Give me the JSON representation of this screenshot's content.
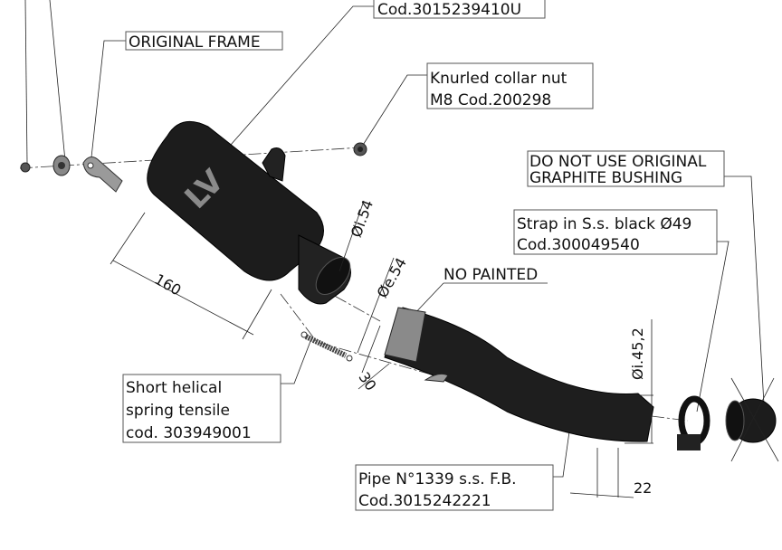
{
  "labels": {
    "muffler_code": "Cod.3015239410U",
    "original_frame": "ORIGINAL FRAME",
    "nut_line1": "Knurled collar nut",
    "nut_line2": "M8 Cod.200298",
    "bushing_line1": "DO NOT USE ORIGINAL",
    "bushing_line2": "GRAPHITE BUSHING",
    "strap_line1": "Strap in S.s. black Ø49",
    "strap_line2": "Cod.300049540",
    "no_painted": "NO PAINTED",
    "spring_line1": "Short helical",
    "spring_line2": "spring tensile",
    "spring_line3": "cod. 303949001",
    "pipe_line1": "Pipe N°1339 s.s. F.B.",
    "pipe_line2": "Cod.3015242221"
  },
  "dimensions": {
    "length": "160",
    "inner_diameter_muffler": "Øi.54",
    "outer_diameter_pipe": "Øe.54",
    "overlap": "30",
    "inner_diameter_pipe": "Øi.45,2",
    "pipe_end": "22"
  },
  "logo": "LV"
}
